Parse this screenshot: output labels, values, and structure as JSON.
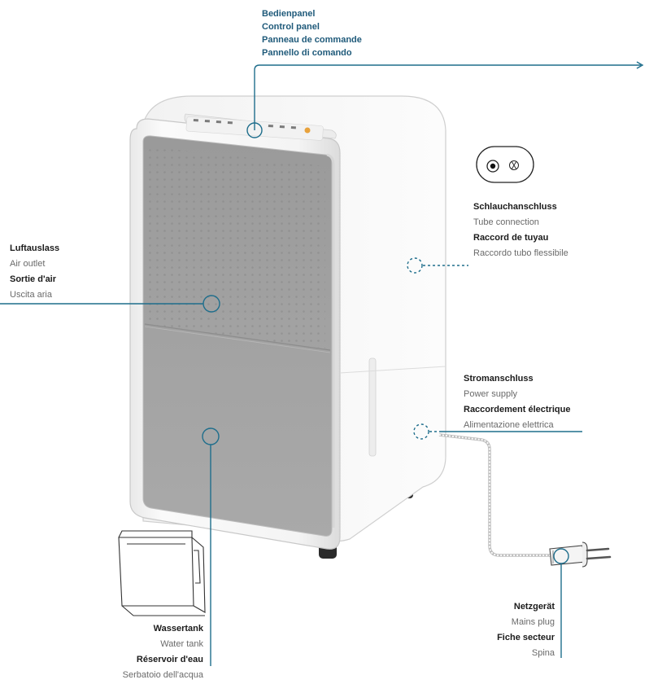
{
  "colors": {
    "callout_line": "#1f6e8c",
    "title_text": "#1f5a7a",
    "body_white": "#f7f7f7",
    "front_panel": "#9d9d9d",
    "rim_grey": "#d8d8d8"
  },
  "callouts": {
    "control_panel": {
      "de": "Bedienpanel",
      "en": "Control panel",
      "fr": "Panneau de commande",
      "it": "Pannello di comando"
    },
    "air_outlet": {
      "de": "Luftauslass",
      "en": "Air outlet",
      "fr": "Sortie d'air",
      "it": "Uscita aria"
    },
    "tube_connection": {
      "de": "Schlauchanschluss",
      "en": "Tube connection",
      "fr": "Raccord de tuyau",
      "it": "Raccordo tubo flessibile"
    },
    "power_supply": {
      "de": "Stromanschluss",
      "en": "Power supply",
      "fr": "Raccordement électrique",
      "it": "Alimentazione elettrica"
    },
    "water_tank": {
      "de": "Wassertank",
      "en": "Water tank",
      "fr": "Réservoir d'eau",
      "it": "Serbatoio dell'acqua"
    },
    "mains_plug": {
      "de": "Netzgerät",
      "en": "Mains plug",
      "fr": "Fiche secteur",
      "it": "Spina"
    }
  }
}
